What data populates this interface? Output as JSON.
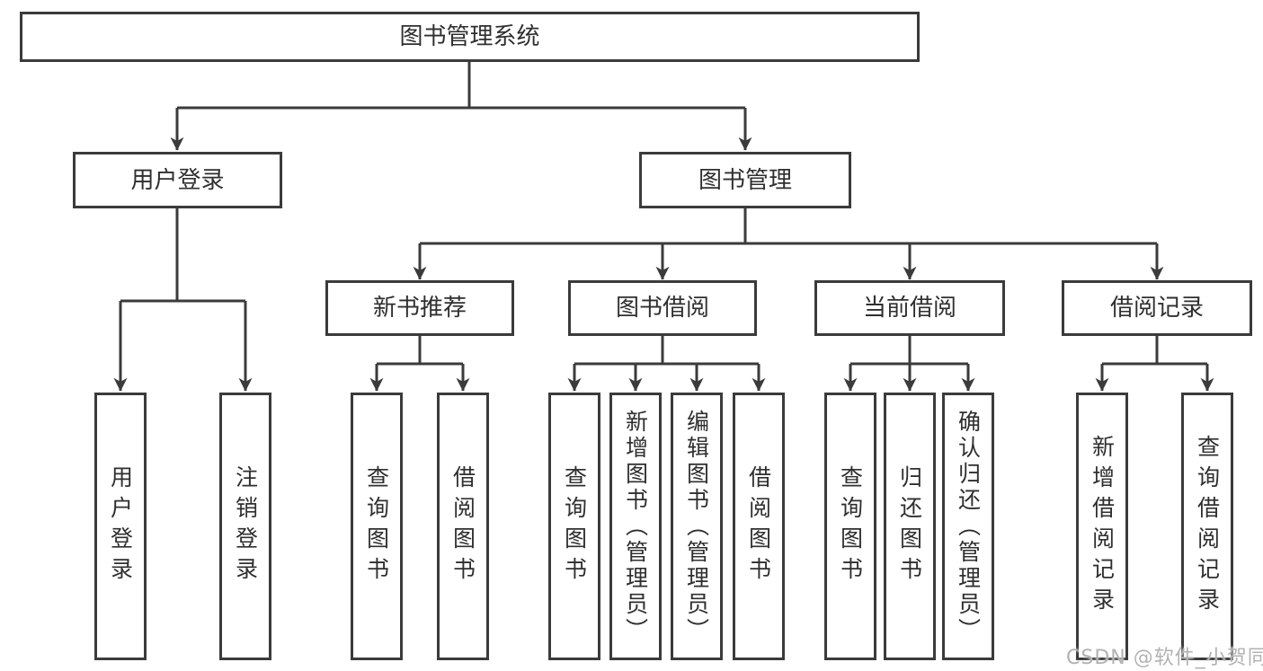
{
  "diagram": {
    "root": {
      "label": "图书管理系统"
    },
    "level2": [
      {
        "label": "用户登录"
      },
      {
        "label": "图书管理"
      }
    ],
    "level3": [
      {
        "label": "新书推荐"
      },
      {
        "label": "图书借阅"
      },
      {
        "label": "当前借阅"
      },
      {
        "label": "借阅记录"
      }
    ],
    "leaves": {
      "user_login": [
        {
          "label": "用户登录"
        },
        {
          "label": "注销登录"
        }
      ],
      "new_book_recommend": [
        {
          "label": "查询图书"
        },
        {
          "label": "借阅图书"
        }
      ],
      "book_borrow": [
        {
          "label": "查询图书"
        },
        {
          "label": "新增图书（管理员）"
        },
        {
          "label": "编辑图书（管理员）"
        },
        {
          "label": "借阅图书"
        }
      ],
      "current_borrow": [
        {
          "label": "查询图书"
        },
        {
          "label": "归还图书"
        },
        {
          "label": "确认归还（管理员）"
        }
      ],
      "borrow_records": [
        {
          "label": "新增借阅记录"
        },
        {
          "label": "查询借阅记录"
        }
      ]
    }
  },
  "watermark": {
    "text": "CSDN @软件_小贺同学"
  },
  "colors": {
    "line": "#3b3b3b",
    "text": "#2f2f2f",
    "box_background": "#ffffff",
    "watermark": "#b2b2b2"
  }
}
